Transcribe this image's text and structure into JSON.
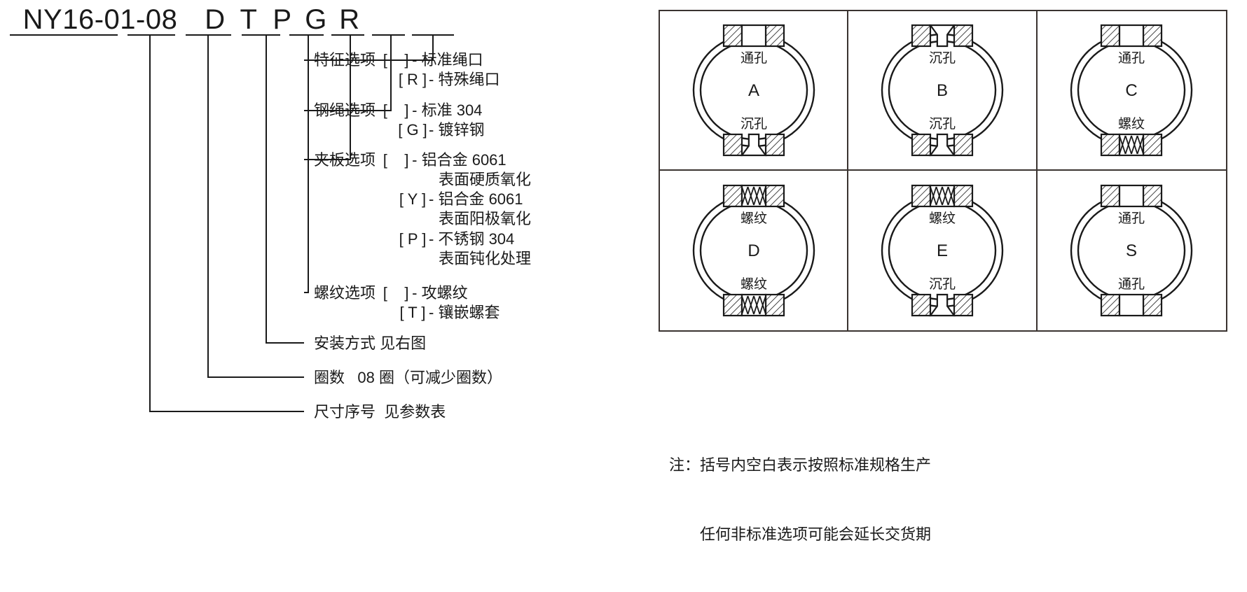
{
  "part_code": {
    "base": "NY16-01-08",
    "letters": [
      "D",
      "T",
      "P",
      "G",
      "R"
    ]
  },
  "decoder": [
    {
      "title": "特征选项",
      "options": [
        {
          "bracket": "[    ]",
          "dash": "-",
          "text": "标准绳口"
        },
        {
          "bracket": "[ R ]",
          "dash": "-",
          "text": "特殊绳口"
        }
      ]
    },
    {
      "title": "钢绳选项",
      "options": [
        {
          "bracket": "[    ]",
          "dash": "-",
          "text": "标准 304"
        },
        {
          "bracket": "[ G ]",
          "dash": "-",
          "text": "镀锌钢"
        }
      ]
    },
    {
      "title": "夹板选项",
      "options": [
        {
          "bracket": "[    ]",
          "dash": "-",
          "text": "铝合金 6061",
          "sub": "表面硬质氧化"
        },
        {
          "bracket": "[ Y ]",
          "dash": "-",
          "text": "铝合金 6061",
          "sub": "表面阳极氧化"
        },
        {
          "bracket": "[ P ]",
          "dash": "-",
          "text": "不锈钢 304",
          "sub": "表面钝化处理"
        }
      ]
    },
    {
      "title": "螺纹选项",
      "options": [
        {
          "bracket": "[    ]",
          "dash": "-",
          "text": "攻螺纹"
        },
        {
          "bracket": "[ T ]",
          "dash": "-",
          "text": "镶嵌螺套"
        }
      ]
    },
    {
      "title": "安装方式",
      "plain": "见右图",
      "options": []
    },
    {
      "title": "圈数",
      "plain": "08 圈（可减少圈数）",
      "options": []
    },
    {
      "title": "尺寸序号",
      "plain": "见参数表",
      "options": []
    }
  ],
  "mounting_grid": {
    "cells": [
      {
        "id": "A",
        "top": "通孔",
        "bottom": "沉孔",
        "top_type": "through",
        "bottom_type": "counterbore"
      },
      {
        "id": "B",
        "top": "沉孔",
        "bottom": "沉孔",
        "top_type": "counterbore",
        "bottom_type": "counterbore"
      },
      {
        "id": "C",
        "top": "通孔",
        "bottom": "螺纹",
        "top_type": "through",
        "bottom_type": "thread"
      },
      {
        "id": "D",
        "top": "螺纹",
        "bottom": "螺纹",
        "top_type": "thread",
        "bottom_type": "thread"
      },
      {
        "id": "E",
        "top": "螺纹",
        "bottom": "沉孔",
        "top_type": "thread",
        "bottom_type": "counterbore"
      },
      {
        "id": "S",
        "top": "通孔",
        "bottom": "通孔",
        "top_type": "through",
        "bottom_type": "through"
      }
    ]
  },
  "note": {
    "line1": "注：括号内空白表示按照标准规格生产",
    "line2": "任何非标准选项可能会延长交货期"
  },
  "colors": {
    "line": "#1a1a1a",
    "grid_border": "#3a3330",
    "text": "#1a1a1a",
    "leader": "#4a4340"
  }
}
